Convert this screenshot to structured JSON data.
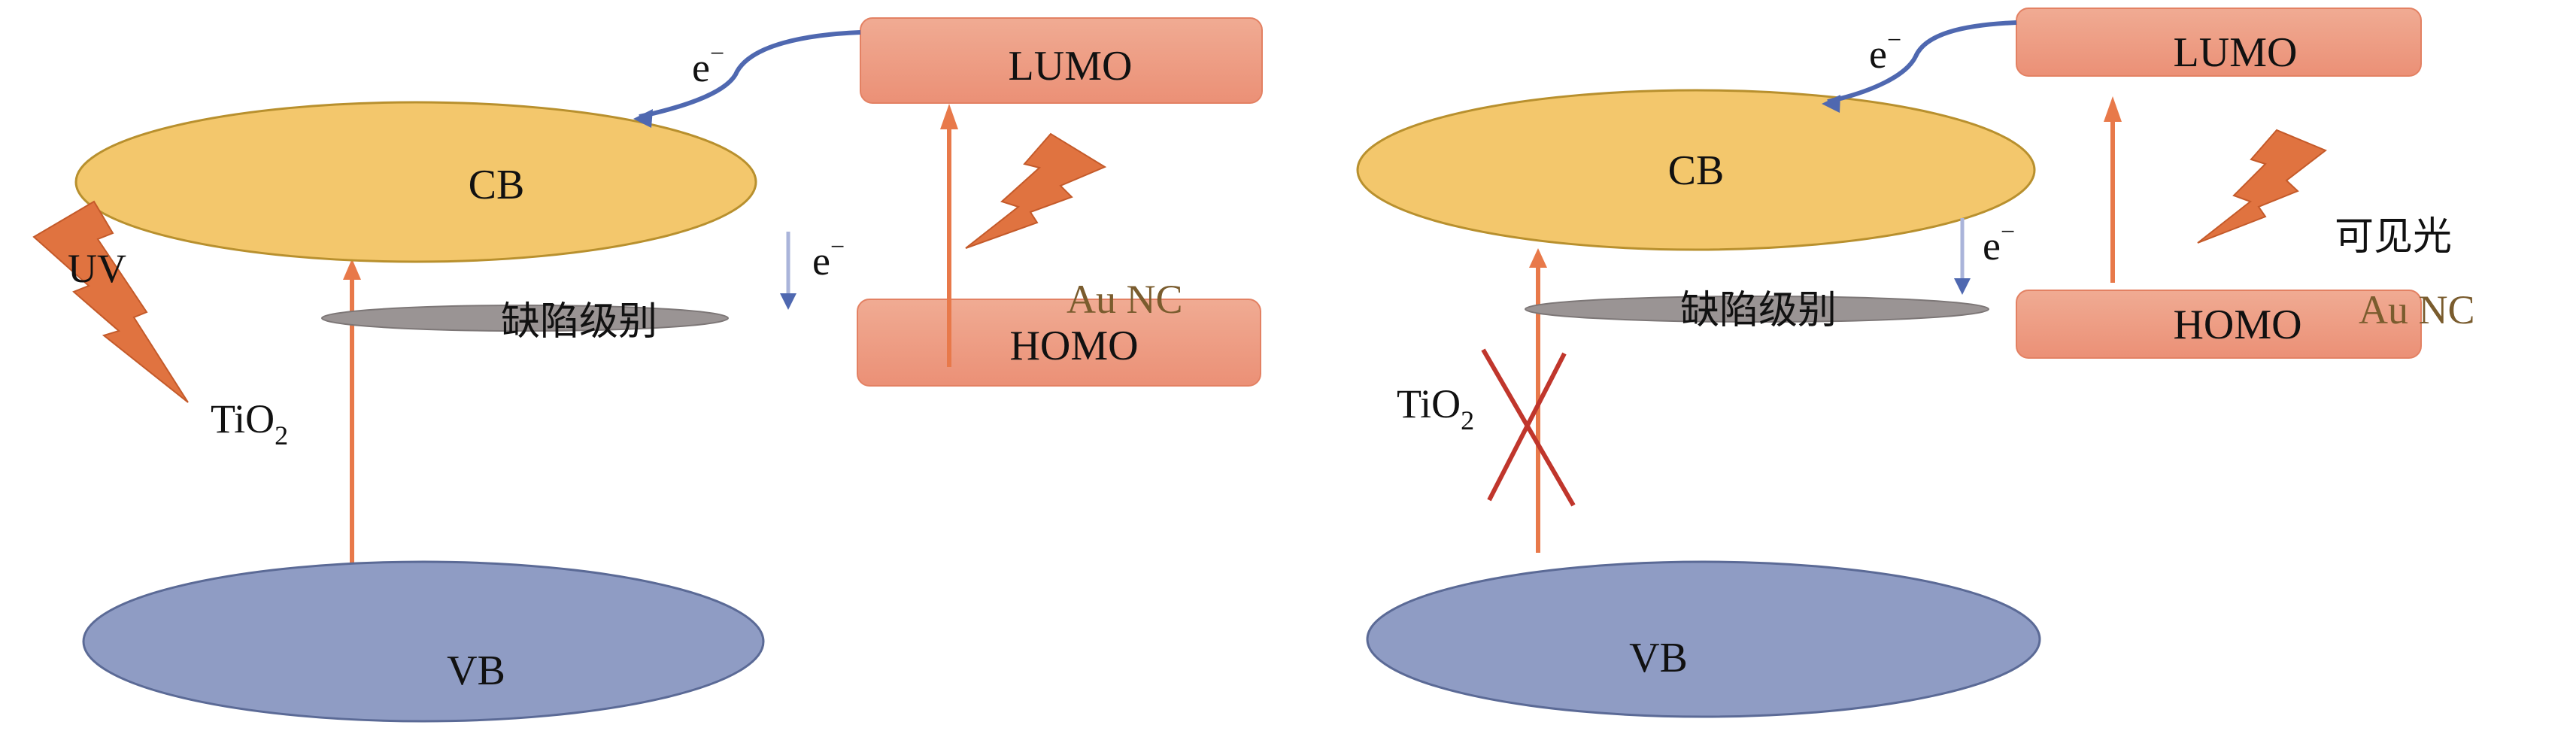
{
  "colors": {
    "cb_fill": "#f3c76c",
    "cb_stroke": "#b8902e",
    "vb_fill": "#8f9cc4",
    "vb_stroke": "#5b6a96",
    "defect_fill": "#9a9494",
    "orbital_fill": "#ee9b80",
    "orbital_stroke": "#e38163",
    "excitation_arrow": "#e8794a",
    "lightning": "#e07340",
    "electron_arrow": "#4f68b0",
    "transfer_arrow": "#aab4da",
    "cross": "#c0362c",
    "au_text": "#7a5c2e"
  },
  "panels": [
    {
      "id": "uv",
      "cb_label": "CB",
      "vb_label": "VB",
      "defect_label": "缺陷级别",
      "lumo_label": "LUMO",
      "homo_label": "HOMO",
      "electron_label_top": "e",
      "electron_label_side": "e",
      "electron_sup": "−",
      "tio2_label": "TiO",
      "tio2_sub": "2",
      "light_label": "UV",
      "au_label": "Au NC",
      "tio2_excitation_blocked": false
    },
    {
      "id": "visible",
      "cb_label": "CB",
      "vb_label": "VB",
      "defect_label": "缺陷级别",
      "lumo_label": "LUMO",
      "homo_label": "HOMO",
      "electron_label_top": "e",
      "electron_label_side": "e",
      "electron_sup": "−",
      "tio2_label": "TiO",
      "tio2_sub": "2",
      "light_label": "可见光",
      "au_label": "Au NC",
      "tio2_excitation_blocked": true
    }
  ]
}
